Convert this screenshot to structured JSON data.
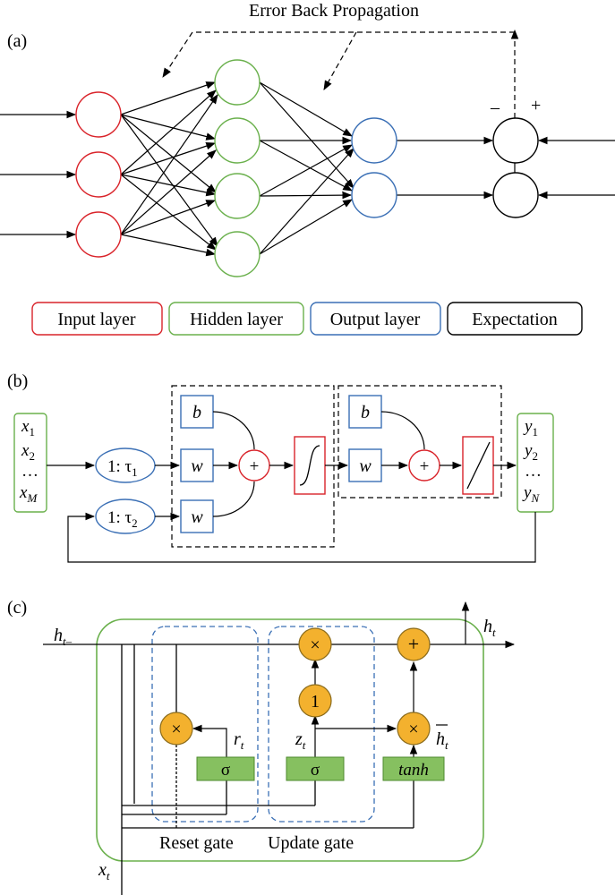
{
  "panel_a": {
    "label": "(a)",
    "title": "Error Back Propagation",
    "minus": "–",
    "plus": "+",
    "legend": [
      {
        "label": "Input layer",
        "color": "#d9232a"
      },
      {
        "label": "Hidden layer",
        "color": "#6ab04c"
      },
      {
        "label": "Output layer",
        "color": "#3a6fb5"
      },
      {
        "label": "Expectation",
        "color": "#000000"
      }
    ]
  },
  "panel_b": {
    "label": "(b)",
    "inputs": {
      "x1": "x",
      "x1_sub": "1",
      "x2": "x",
      "x2_sub": "2",
      "dots": "…",
      "xm": "x",
      "xm_sub": "M"
    },
    "outputs": {
      "y1": "y",
      "y1_sub": "1",
      "y2": "y",
      "y2_sub": "2",
      "dots": "…",
      "yn": "y",
      "yn_sub": "N"
    },
    "delay1": "1: τ",
    "delay1_sub": "1",
    "delay2": "1: τ",
    "delay2_sub": "2",
    "bias": "b",
    "weight": "w",
    "sum": "+"
  },
  "panel_c": {
    "label": "(c)",
    "h_prev": "h",
    "h_prev_sub": "t–",
    "h_t": "h",
    "h_t_sub": "t",
    "x_t": "x",
    "x_t_sub": "t",
    "r_t": "r",
    "r_t_sub": "t",
    "z_t": "z",
    "z_t_sub": "t",
    "htilde": "h",
    "htilde_sub": "t",
    "times": "×",
    "plus": "+",
    "one": "1",
    "sigma": "σ",
    "tanh": "tanh",
    "reset_gate": "Reset gate",
    "update_gate": "Update gate"
  }
}
